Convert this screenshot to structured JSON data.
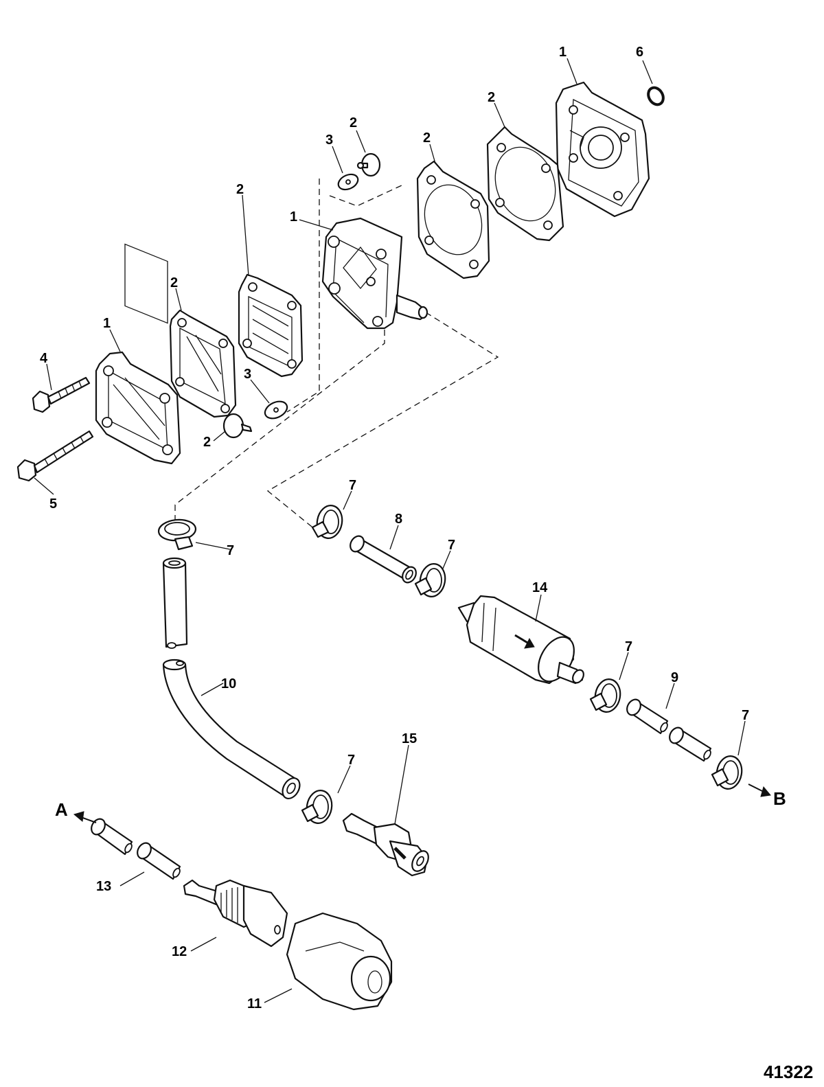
{
  "callouts": {
    "c1_cover_top": "1",
    "c6_oring": "6",
    "c2_gasket_top": "2",
    "c2_diaphragm_top": "2",
    "c2_check_top": "2",
    "c3_washer_top": "3",
    "c1_body": "1",
    "c2_diaphragm_mid": "2",
    "c2_gasket_left": "2",
    "c1_cover_left": "1",
    "c4_screw": "4",
    "c5_screw": "5",
    "c3_washer_low": "3",
    "c2_check_low": "2",
    "c7_clamp_left": "7",
    "c7_clamp_a": "7",
    "c8_hose": "8",
    "c7_clamp_b": "7",
    "c14_filter": "14",
    "c7_clamp_c": "7",
    "c9_hose": "9",
    "c7_clamp_d": "7",
    "c10_hose": "10",
    "c7_clamp_e": "7",
    "c15_fitting": "15",
    "c13_hose": "13",
    "c12_bulb": "12",
    "c11_cover": "11"
  },
  "flow_labels": {
    "a": "A",
    "b": "B"
  },
  "figure_number": "41322"
}
